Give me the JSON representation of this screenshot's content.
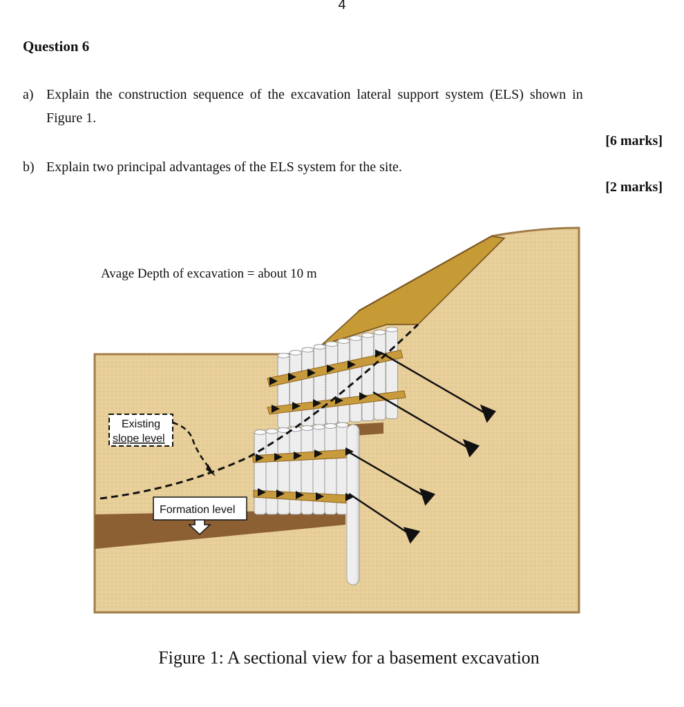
{
  "page_number": "4",
  "question": {
    "title": "Question 6",
    "parts": [
      {
        "label": "a)",
        "text_line1": "Explain the construction sequence of the excavation lateral support system (ELS) shown in",
        "text_line2": "Figure 1.",
        "marks": "[6 marks]"
      },
      {
        "label": "b)",
        "text": "Explain two principal advantages of the ELS system for the site.",
        "marks": "[2 marks]"
      }
    ]
  },
  "figure": {
    "depth_label": "Avage Depth of excavation = about 10 m",
    "existing_slope_label_1": "Existing",
    "existing_slope_label_2": "slope level",
    "formation_level_label": "Formation level",
    "caption": "Figure 1: A sectional view for a basement excavation"
  },
  "colors": {
    "soil": "#e8cf99",
    "soil_border": "#a07c48",
    "cut_slope": "#c69a34",
    "excavated_floor": "#8d6034",
    "waling": "#c79a3c",
    "pile": "#eeeeee"
  }
}
